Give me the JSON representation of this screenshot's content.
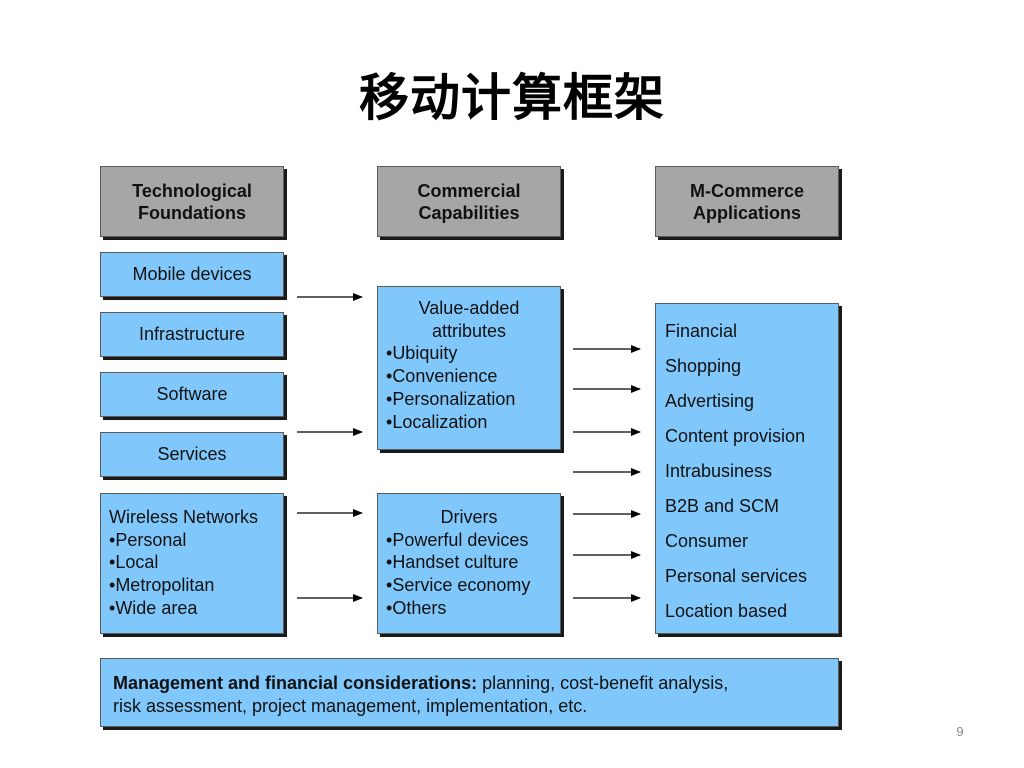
{
  "title": "移动计算框架",
  "columns": {
    "tech_header": [
      "Technological",
      "Foundations"
    ],
    "commercial_header": [
      "Commercial",
      "Capabilities"
    ],
    "apps_header": [
      "M-Commerce",
      "Applications"
    ]
  },
  "tech_items": [
    "Mobile devices",
    "Infrastructure",
    "Software",
    "Services"
  ],
  "wireless": {
    "heading": "Wireless Networks",
    "items": [
      "Personal",
      "Local",
      "Metropolitan",
      "Wide area"
    ]
  },
  "value_added": {
    "heading": [
      "Value-added",
      "attributes"
    ],
    "items": [
      "Ubiquity",
      "Convenience",
      "Personalization",
      "Localization"
    ]
  },
  "drivers": {
    "heading": "Drivers",
    "items": [
      "Powerful devices",
      "Handset culture",
      "Service economy",
      "Others"
    ]
  },
  "applications": [
    "Financial",
    "Shopping",
    "Advertising",
    "Content provision",
    "Intrabusiness",
    "B2B and SCM",
    "Consumer",
    "Personal services",
    "Location based"
  ],
  "management": {
    "bold": "Management and financial considerations:",
    "rest_line1": " planning, cost-benefit analysis,",
    "line2": "risk assessment, project management, implementation, etc."
  },
  "page_number": "9",
  "colors": {
    "box_blue": "#80c8fb",
    "header_gray": "#a6a6a6",
    "arrow": "#000000"
  }
}
